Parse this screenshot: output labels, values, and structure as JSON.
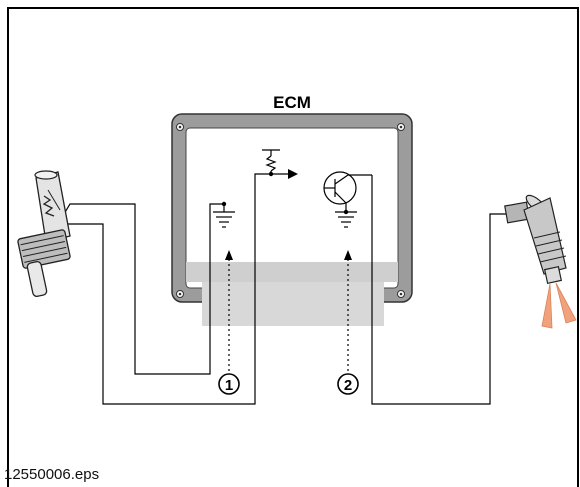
{
  "diagram": {
    "ecm_label": "ECM",
    "marker_1": "1",
    "marker_2": "2",
    "filename": "12550006.eps"
  }
}
